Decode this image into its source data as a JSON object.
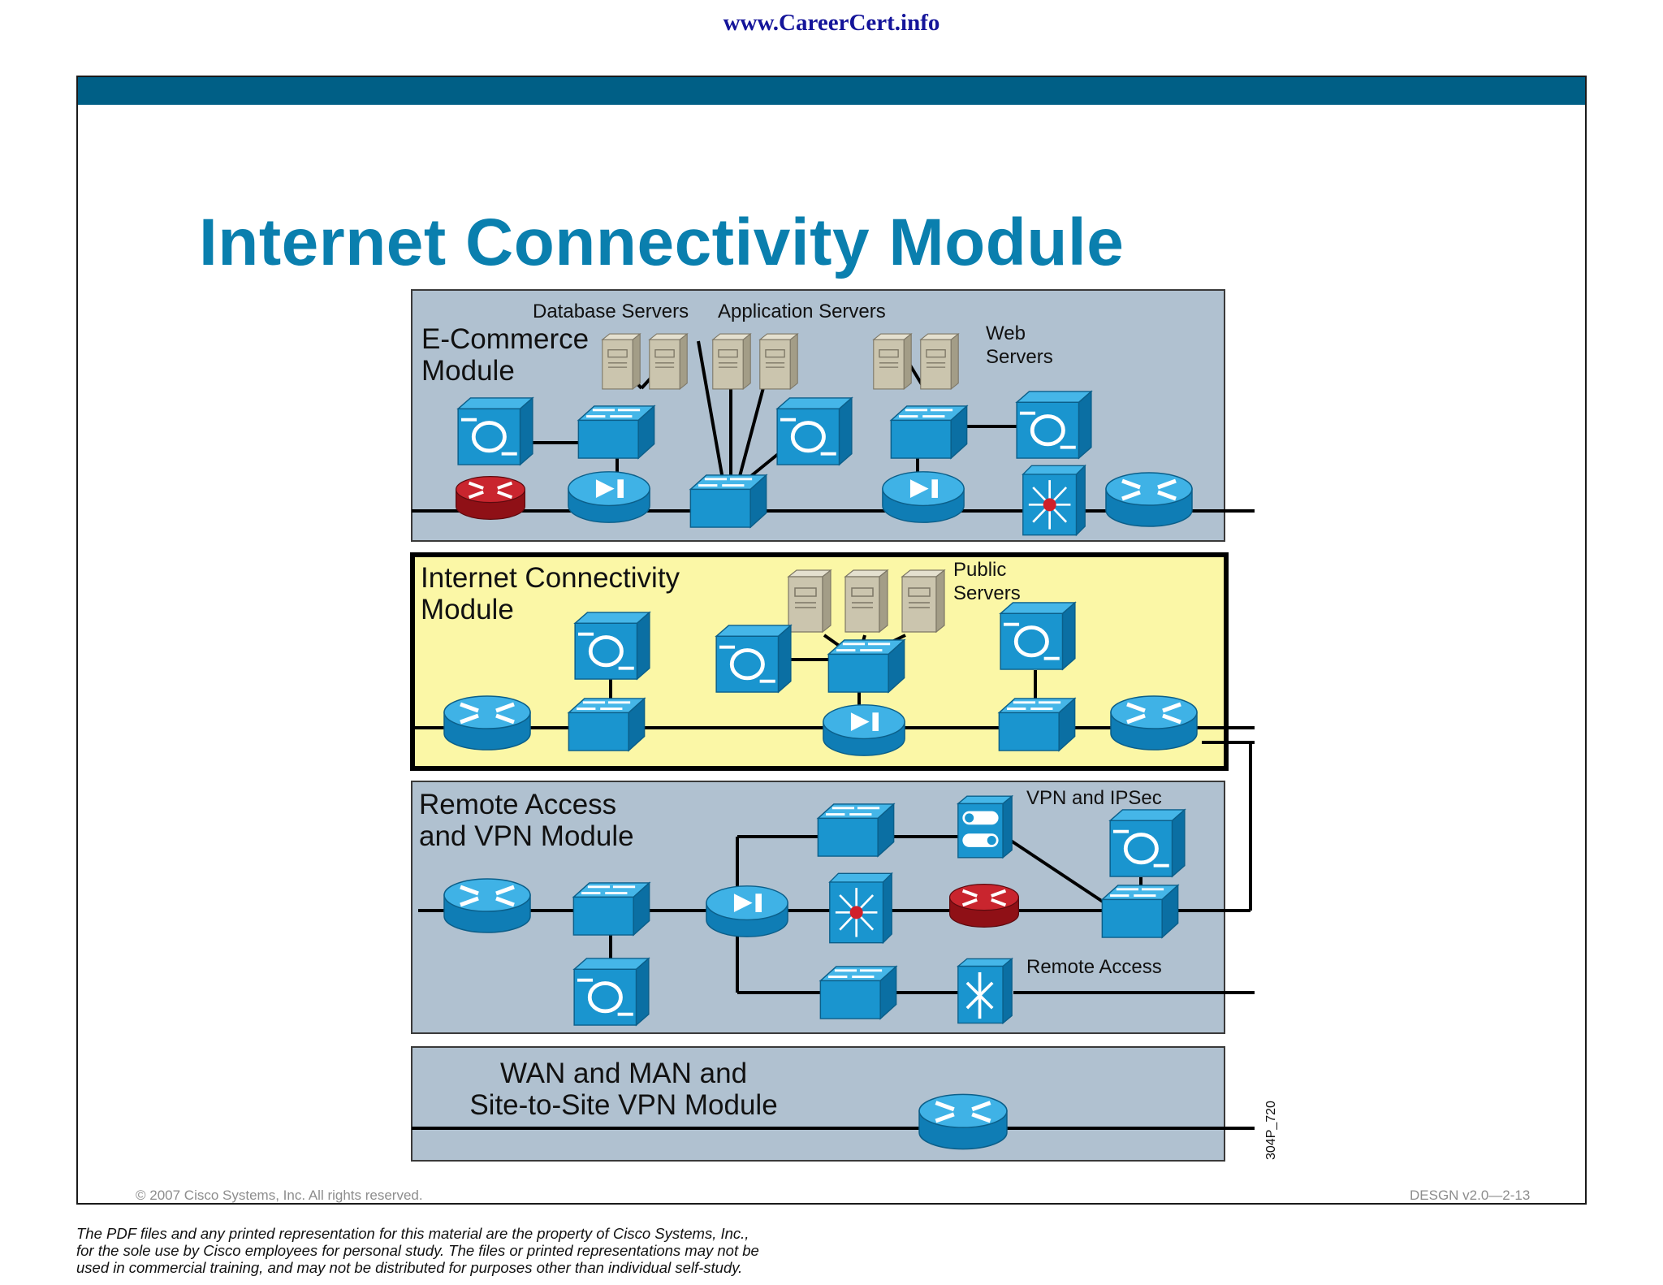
{
  "site_url": "www.CareerCert.info",
  "slide": {
    "title": "Internet Connectivity Module",
    "copyright": "© 2007 Cisco Systems, Inc. All rights reserved.",
    "code": "DESGN v2.0—2-13",
    "figure_id": "304P_720"
  },
  "modules": {
    "ecommerce": {
      "title_line1": "E-Commerce",
      "title_line2": "Module",
      "database_servers": "Database Servers",
      "application_servers": "Application Servers",
      "web_servers_line1": "Web",
      "web_servers_line2": "Servers"
    },
    "internet": {
      "title_line1": "Internet Connectivity",
      "title_line2": "Module",
      "public_servers_line1": "Public",
      "public_servers_line2": "Servers"
    },
    "remote": {
      "title_line1": "Remote Access",
      "title_line2": "and VPN Module",
      "vpn_ipsec": "VPN and IPSec",
      "remote_access": "Remote Access"
    },
    "wan": {
      "title_line1": "WAN and MAN and",
      "title_line2": "Site-to-Site VPN Module"
    }
  },
  "colors": {
    "header_bar": "#005f86",
    "title": "#0a7fae",
    "module_bg": "#b0c1d0",
    "internet_module_bg": "#fbf7a6",
    "device_blue": "#1a95cf",
    "device_red": "#b01820",
    "server_beige": "#cbc5ae"
  },
  "footer": {
    "disclaimer": "The PDF files and any printed representation for this material are the property of Cisco Systems, Inc.,\nfor the sole use by Cisco employees for personal study. The files or printed representations may not be\nused in commercial training, and may not be distributed for purposes other than individual self-study."
  }
}
